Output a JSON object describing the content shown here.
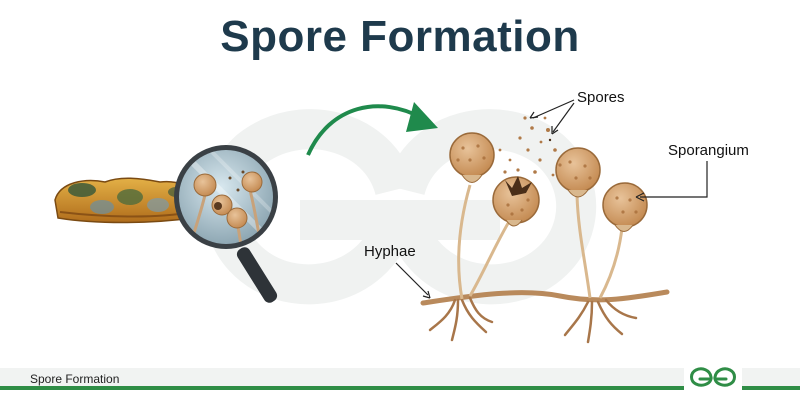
{
  "title": "Spore Formation",
  "labels": {
    "spores": "Spores",
    "sporangium": "Sporangium",
    "hyphae": "Hyphae"
  },
  "footer": {
    "caption": "Spore Formation",
    "logo": "gfg-logo-icon"
  },
  "colors": {
    "title": "#1e3a4c",
    "brand_green": "#2f8d46",
    "sporangium": "#d3a570",
    "hyphae": "#b98a5c",
    "watermark": "#f2f4f3"
  }
}
